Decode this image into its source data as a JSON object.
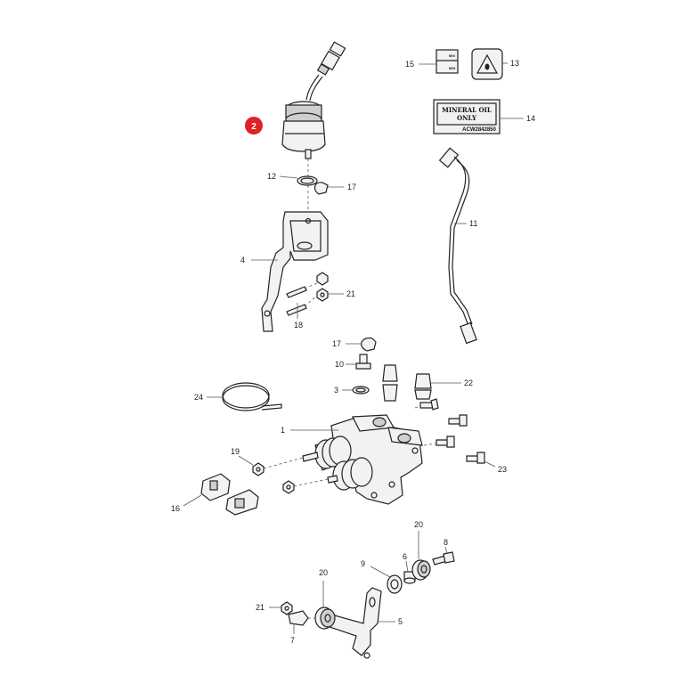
{
  "highlight": {
    "number": "2",
    "color": "#e0202a"
  },
  "callouts": {
    "c1": "1",
    "c3": "3",
    "c4": "4",
    "c5": "5",
    "c6": "6",
    "c7": "7",
    "c8": "8",
    "c9": "9",
    "c10": "10",
    "c11": "11",
    "c12": "12",
    "c13": "13",
    "c14": "14",
    "c15": "15",
    "c16": "16",
    "c17a": "17",
    "c17b": "17",
    "c18": "18",
    "c19": "19",
    "c20a": "20",
    "c20b": "20",
    "c21a": "21",
    "c21b": "21",
    "c22": "22",
    "c23": "23",
    "c24": "24"
  },
  "label_plate": {
    "line1": "MINERAL OIL",
    "line2": "ONLY",
    "code": "ACW2842850"
  },
  "small_label": {
    "line1": "MIX",
    "line2": "MIN"
  }
}
